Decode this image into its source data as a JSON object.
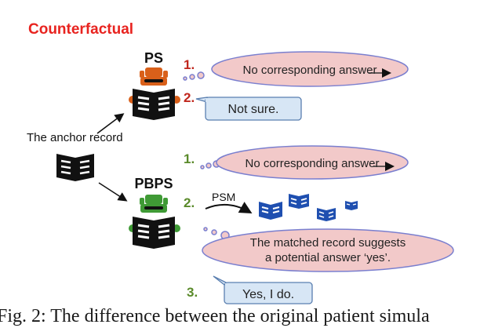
{
  "figure": {
    "heading": "Counterfactual",
    "anchor_label": "The anchor record",
    "caption": "Fig. 2: The difference between the original patient simula"
  },
  "ps": {
    "label": "PS",
    "steps": [
      {
        "number": "1.",
        "text": "No corresponding answer"
      },
      {
        "number": "2.",
        "text": "Not sure."
      }
    ]
  },
  "pbps": {
    "label": "PBPS",
    "steps": [
      {
        "number": "1.",
        "text": "No corresponding answer"
      },
      {
        "number": "2.",
        "arrow_label": "PSM",
        "thought_line1": "The matched record suggests",
        "thought_line2": "a potential answer ‘yes’."
      },
      {
        "number": "3.",
        "text": "Yes, I do."
      }
    ]
  },
  "colors": {
    "heading": "#e8231f",
    "ps_steps": "#c0271d",
    "pbps_steps": "#5a8a2a",
    "ps_robot": "#d9601a",
    "pbps_robot": "#3f9a35",
    "thought_fill": "#f2c9c9",
    "thought_stroke": "#7a7fcf",
    "speech_fill": "#d7e6f5",
    "speech_stroke": "#5a7fb0",
    "record_blue": "#1f4fb0"
  }
}
